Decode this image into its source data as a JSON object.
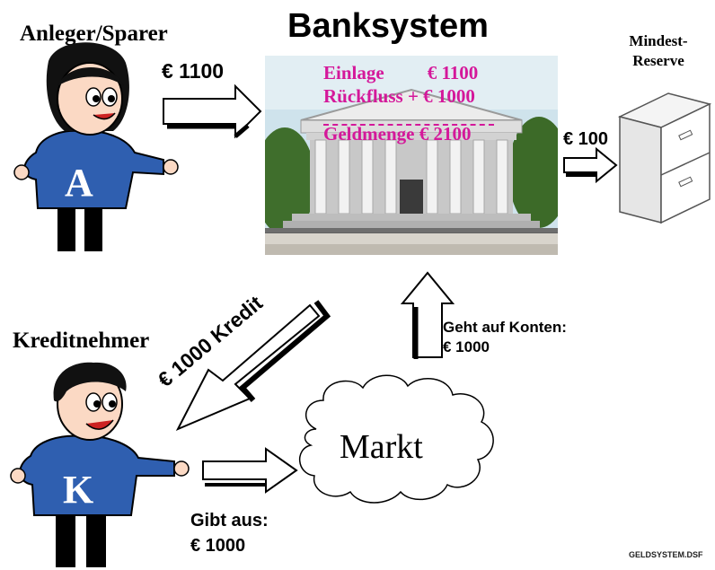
{
  "title": "Banksystem",
  "investor": {
    "label": "Anleger/Sparer",
    "shirt_letter": "A",
    "deposit_amount": "€ 1100"
  },
  "reserve": {
    "label_line1": "Mindest-",
    "label_line2": "Reserve",
    "amount": "€ 100"
  },
  "bank": {
    "line1_label": "Einlage",
    "line1_value": "€ 1100",
    "line2_label": "Rückfluss +",
    "line2_value": "€ 1000",
    "sum_label": "Geldmenge",
    "sum_value": "€ 2100"
  },
  "credit": {
    "label": "€ 1000 Kredit"
  },
  "borrower": {
    "label": "Kreditnehmer",
    "shirt_letter": "K"
  },
  "spend": {
    "line1": "Gibt aus:",
    "line2": "€ 1000"
  },
  "accounts": {
    "line1": "Geht auf Konten:",
    "line2": "€ 1000"
  },
  "market": {
    "label": "Markt"
  },
  "file_tag": "GELDSYSTEM.DSF",
  "colors": {
    "overlay_text": "#d4189a",
    "shirt": "#2f5fb0",
    "sky": "#cfe3ec"
  }
}
